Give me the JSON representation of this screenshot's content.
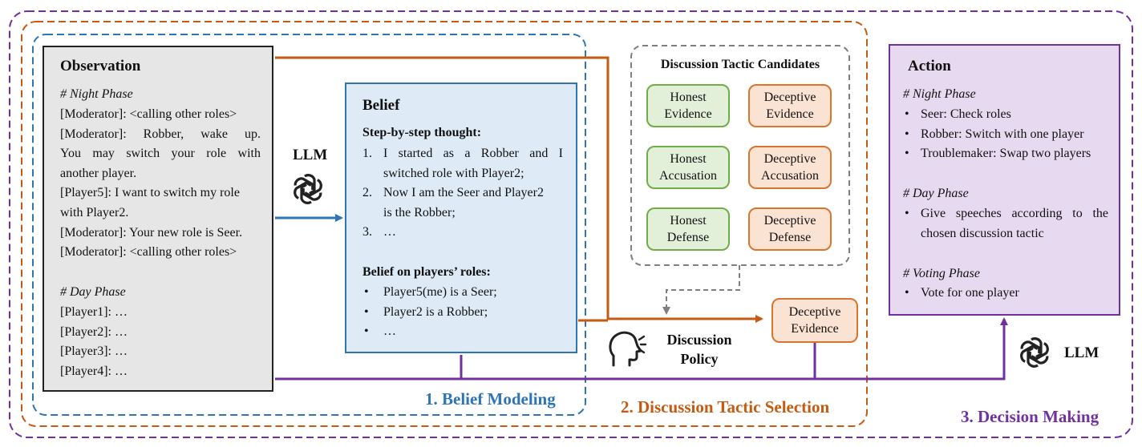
{
  "observation": {
    "title": "Observation",
    "night_phase": "# Night Phase",
    "lines": [
      "[Moderator]: <calling other roles>",
      "[Moderator]: Robber, wake up.",
      "You may switch your role with",
      "another player.",
      "[Player5]: I want to switch my role",
      "with Player2.",
      "[Moderator]: Your new role is Seer.",
      "[Moderator]: <calling other roles>"
    ],
    "day_phase": "# Day Phase",
    "day_lines": [
      "[Player1]: …",
      "[Player2]: …",
      "[Player3]: …",
      "[Player4]: …"
    ]
  },
  "llm_left": "LLM",
  "belief": {
    "title": "Belief",
    "thought_heading": "Step-by-step thought:",
    "thought_items": [
      {
        "num": "1.",
        "line1": "I started as a Robber and I",
        "line2": "switched role with Player2;"
      },
      {
        "num": "2.",
        "line1": "Now I am the Seer and Player2",
        "line2": "is the Robber;"
      },
      {
        "num": "3.",
        "line1": "…",
        "line2": ""
      }
    ],
    "roles_heading": "Belief on players’ roles:",
    "roles_items": [
      "Player5(me) is a Seer;",
      "Player2 is a Robber;",
      "…"
    ]
  },
  "tactics": {
    "title": "Discussion Tactic Candidates",
    "honest": [
      {
        "l1": "Honest",
        "l2": "Evidence"
      },
      {
        "l1": "Honest",
        "l2": "Accusation"
      },
      {
        "l1": "Honest",
        "l2": "Defense"
      }
    ],
    "deceptive": [
      {
        "l1": "Deceptive",
        "l2": "Evidence"
      },
      {
        "l1": "Deceptive",
        "l2": "Accusation"
      },
      {
        "l1": "Deceptive",
        "l2": "Defense"
      }
    ]
  },
  "policy": {
    "line1": "Discussion",
    "line2": "Policy"
  },
  "selected": {
    "l1": "Deceptive",
    "l2": "Evidence"
  },
  "action": {
    "title": "Action",
    "night_phase": "# Night Phase",
    "night_items": [
      "Seer: Check roles",
      "Robber: Switch with one player",
      "Troublemaker: Swap two players"
    ],
    "day_phase": "# Day Phase",
    "day_line1": "Give  speeches  according  to  the",
    "day_line2": "chosen discussion tactic",
    "voting_phase": "# Voting Phase",
    "voting_items": [
      "Vote for one player"
    ]
  },
  "llm_right": "LLM",
  "stages": {
    "belief_modeling": "1. Belief Modeling",
    "tactic_selection": "2. Discussion Tactic Selection",
    "decision_making": "3. Decision Making"
  },
  "colors": {
    "blue": "#2e75b6",
    "orange": "#c55a11",
    "purple": "#7030a0",
    "gray_dash": "#7f7f7f"
  }
}
